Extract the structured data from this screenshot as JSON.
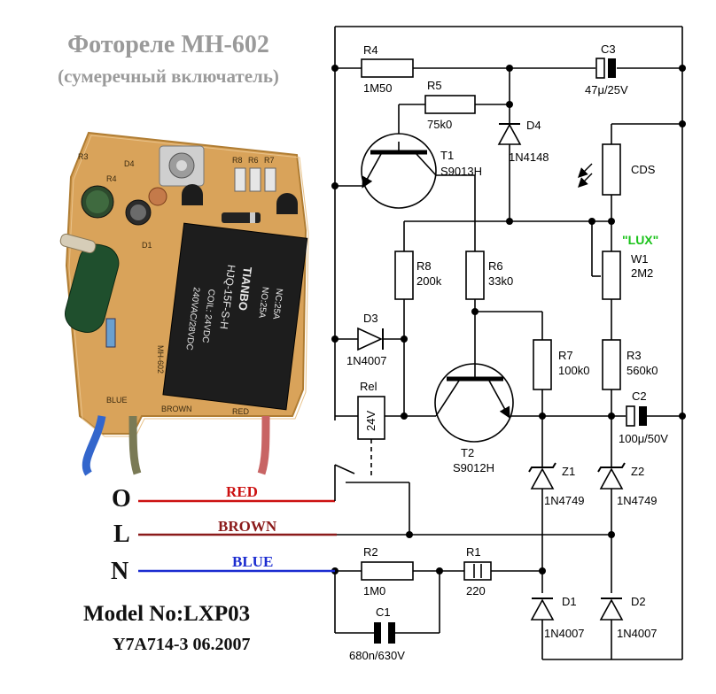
{
  "title": "Фотореле МН-602",
  "subtitle": "(сумеречный включатель)",
  "terminals": [
    {
      "name": "O",
      "wire": "RED"
    },
    {
      "name": "L",
      "wire": "BROWN"
    },
    {
      "name": "N",
      "wire": "BLUE"
    }
  ],
  "model": "Model No:LXP03",
  "batch": "Y7A714-3 06.2007",
  "photo": {
    "relay_brand": "TIANBO",
    "relay_part": "HJQ-15F-S-H",
    "relay_coil": "COIL: 24VDC",
    "relay_rating": "240VAC/28VDC",
    "relay_no": "NO:25A",
    "relay_nc": "NC:25A",
    "board_marks": [
      "R3",
      "D4",
      "R4",
      "R8",
      "R6",
      "R7",
      "D1",
      "MH-602",
      "BLUE",
      "BROWN",
      "RED"
    ]
  },
  "components": {
    "R4": {
      "ref": "R4",
      "value": "1M50"
    },
    "R5": {
      "ref": "R5",
      "value": "75k0"
    },
    "C3": {
      "ref": "C3",
      "value": "47μ/25V"
    },
    "D4": {
      "ref": "D4",
      "value": "1N4148"
    },
    "T1": {
      "ref": "T1",
      "value": "S9013H"
    },
    "CDS": {
      "ref": "CDS"
    },
    "LUX": {
      "ref": "\"LUX\""
    },
    "W1": {
      "ref": "W1",
      "value": "2M2"
    },
    "R8": {
      "ref": "R8",
      "value": "200k"
    },
    "R6": {
      "ref": "R6",
      "value": "33k0"
    },
    "D3": {
      "ref": "D3",
      "value": "1N4007"
    },
    "R7": {
      "ref": "R7",
      "value": "100k0"
    },
    "R3": {
      "ref": "R3",
      "value": "560k0"
    },
    "Rel": {
      "ref": "Rel",
      "value": "24V"
    },
    "T2": {
      "ref": "T2",
      "value": "S9012H"
    },
    "C2": {
      "ref": "C2",
      "value": "100μ/50V"
    },
    "Z1": {
      "ref": "Z1",
      "value": "1N4749"
    },
    "Z2": {
      "ref": "Z2",
      "value": "1N4749"
    },
    "R2": {
      "ref": "R2",
      "value": "1M0"
    },
    "R1": {
      "ref": "R1",
      "value": "220"
    },
    "C1": {
      "ref": "C1",
      "value": "680n/630V"
    },
    "D1": {
      "ref": "D1",
      "value": "1N4007"
    },
    "D2": {
      "ref": "D2",
      "value": "1N4007"
    }
  },
  "colors": {
    "red": "#cc1111",
    "brown": "#8b1a1a",
    "blue": "#1a2bd0",
    "lux": "#19c219",
    "title": "#9a9a9a"
  }
}
